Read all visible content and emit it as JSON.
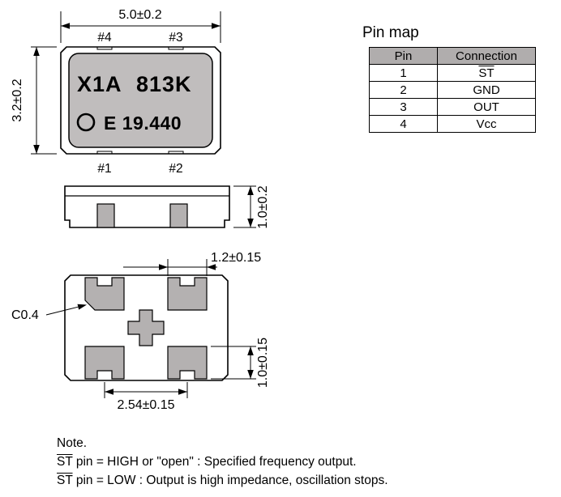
{
  "colors": {
    "pad_gray": "#b4b1b1",
    "marking_gray": "#c0bdbd",
    "header_gray": "#b0adad",
    "line": "#000000"
  },
  "top_view": {
    "dim_width": "5.0±0.2",
    "dim_height": "3.2±0.2",
    "pin_labels": {
      "p4": "#4",
      "p3": "#3",
      "p1": "#1",
      "p2": "#2"
    },
    "marking": {
      "line1_left": "X1A",
      "line1_right": "813K",
      "line2": "E 19.440"
    }
  },
  "side_view": {
    "dim_height": "1.0±0.2"
  },
  "bottom_view": {
    "dim_pad_width": "1.2±0.15",
    "dim_pad_height": "1.0±0.15",
    "dim_pitch": "2.54±0.15",
    "chamfer_label": "C0.4"
  },
  "pin_map": {
    "title": "Pin map",
    "headers": [
      "Pin",
      "Connection"
    ],
    "rows": [
      {
        "pin": "1",
        "connection": "ST"
      },
      {
        "pin": "2",
        "connection": "GND"
      },
      {
        "pin": "3",
        "connection": "OUT"
      },
      {
        "pin": "4",
        "connection": "Vcc"
      }
    ]
  },
  "note": {
    "title": "Note.",
    "lines": [
      {
        "st": "ST",
        "text": " pin = HIGH or \"open\" : Specified frequency output."
      },
      {
        "st": "ST",
        "text": " pin = LOW : Output is high impedance, oscillation stops."
      }
    ]
  }
}
